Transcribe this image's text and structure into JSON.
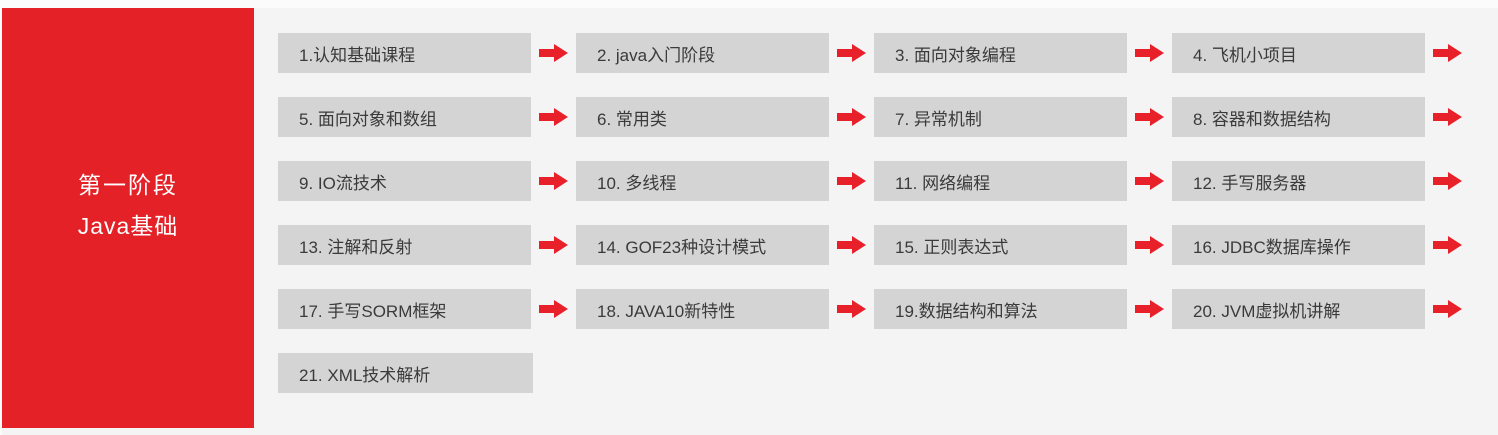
{
  "page": {
    "background": "#f4f4f5",
    "top_strip_color": "#fbfbfb"
  },
  "sidebar": {
    "background": "#e42127",
    "text_color": "#ffffff",
    "title_line1": "第一阶段",
    "title_line2": "Java基础"
  },
  "colors": {
    "accent_red": "#e42127",
    "arrow_red": "#e8202a",
    "box_bg": "#d4d4d4",
    "box_text": "#3a3a3a"
  },
  "flow": {
    "rows": [
      {
        "items": [
          "1.认知基础课程",
          "2. java入门阶段",
          "3. 面向对象编程",
          "4. 飞机小项目"
        ],
        "trailing_arrow": true
      },
      {
        "items": [
          "5. 面向对象和数组",
          "6. 常用类",
          "7. 异常机制",
          "8. 容器和数据结构"
        ],
        "trailing_arrow": true
      },
      {
        "items": [
          "9. IO流技术",
          "10. 多线程",
          "11. 网络编程",
          "12. 手写服务器"
        ],
        "trailing_arrow": true
      },
      {
        "items": [
          "13. 注解和反射",
          "14. GOF23种设计模式",
          "15. 正则表达式",
          "16. JDBC数据库操作"
        ],
        "trailing_arrow": true
      },
      {
        "items": [
          "17. 手写SORM框架",
          "18. JAVA10新特性",
          "19.数据结构和算法",
          "20. JVM虚拟机讲解"
        ],
        "trailing_arrow": true
      },
      {
        "items": [
          "21. XML技术解析"
        ],
        "trailing_arrow": false
      }
    ]
  }
}
